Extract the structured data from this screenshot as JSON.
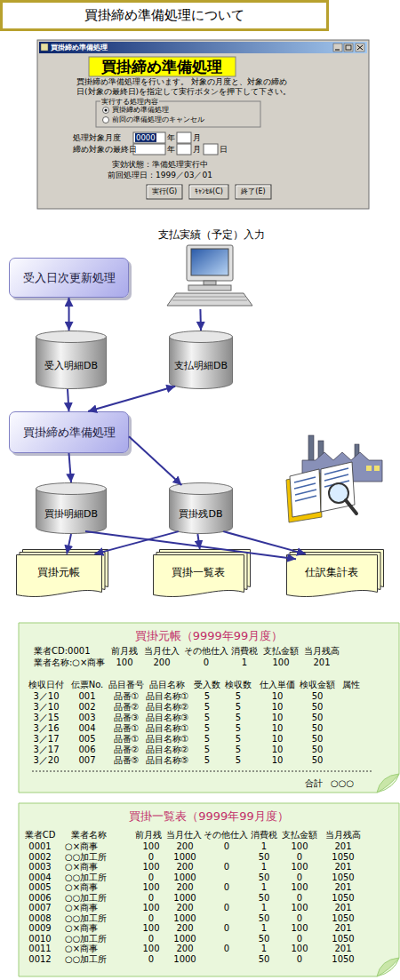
{
  "diagram": {
    "title": "買掛締め準備処理について",
    "nodes": [
      {
        "text": [
          "支払実績（予定）入力"
        ]
      },
      {
        "text": [
          "受入日次更新処理"
        ]
      },
      {
        "text": [
          "受入明細DB"
        ]
      },
      {
        "text": [
          "支払明細DB"
        ]
      },
      {
        "text": [
          "買掛締め準備処理"
        ]
      },
      {
        "text": [
          "買掛明細DB"
        ]
      },
      {
        "text": [
          "買掛残DB"
        ]
      },
      {
        "text": [
          "買掛元帳"
        ]
      },
      {
        "text": [
          "買掛一覧表"
        ]
      },
      {
        "text": [
          "仕訳集計表"
        ]
      },
      {
        "text": [
          "買掛元帳（9999年99月度）"
        ]
      },
      {
        "text": [
          "買掛一覧表（9999年99月度）"
        ]
      }
    ],
    "edges": [
      {
        "from": 1,
        "to": 2,
        "arrow": "both"
      },
      {
        "from": 0,
        "to": 3,
        "arrow": "to"
      },
      {
        "from": 2,
        "to": 4,
        "arrow": "to"
      },
      {
        "from": 3,
        "to": 4,
        "arrow": "both"
      },
      {
        "from": 4,
        "to": 5,
        "arrow": "to"
      },
      {
        "from": 4,
        "to": 6,
        "arrow": "to"
      },
      {
        "from": 5,
        "to": 7,
        "arrow": "to"
      },
      {
        "from": 5,
        "to": 9,
        "arrow": "to"
      },
      {
        "from": 6,
        "to": 7,
        "arrow": "to"
      },
      {
        "from": 6,
        "to": 8,
        "arrow": "to"
      },
      {
        "from": 6,
        "to": 9,
        "arrow": "to"
      }
    ],
    "labels": [
      "買掛締め準備処理",
      "買掛締め準備処理",
      "買掛締め準備処理を行います。 対象の月度と、対象の締め日(対象の最終日)を指定して実行ボタンを押下して下さい。",
      "実行する処理内容",
      "買掛締め準備処理",
      "前回の準備処理のキャンセル",
      "処理対象月度",
      "0000",
      "年",
      "月",
      "締め対象の最終日",
      "年",
      "月",
      "日",
      "実効状態：準備処理実行中",
      "前回処理日：1999／03／01",
      "実行(G)",
      "ｷｬﾝｾﾙ(C)",
      "終了(E)",
      "業者CD:0001",
      "前月残",
      "当月仕入",
      "その他仕入",
      "消費税",
      "支払金額",
      "当月残高",
      "業者名称:○×商事",
      "100",
      "200",
      "0",
      "1",
      "100",
      "201",
      "検収日付",
      "伝票No.",
      "品目番号",
      "品目名称",
      "受入数",
      "検収数",
      "仕入単価",
      "検収金額",
      "属性",
      "3／10",
      "001",
      "品番①",
      "品目名称①",
      "5",
      "5",
      "10",
      "50",
      "3／10",
      "002",
      "品番②",
      "品目名称②",
      "5",
      "5",
      "10",
      "50",
      "3／15",
      "003",
      "品番③",
      "品目名称③",
      "5",
      "5",
      "10",
      "50",
      "3／16",
      "004",
      "品番①",
      "品目名称①",
      "5",
      "5",
      "10",
      "50",
      "3／17",
      "005",
      "品番①",
      "品目名称①",
      "5",
      "5",
      "10",
      "50",
      "3／17",
      "006",
      "品番②",
      "品目名称②",
      "5",
      "5",
      "10",
      "50",
      "3／20",
      "007",
      "品番⑤",
      "品目名称⑤",
      "5",
      "5",
      "10",
      "50",
      "合計",
      "○○○",
      "業者CD",
      "業者名称",
      "前月残",
      "当月仕入",
      "その他仕入",
      "消費税",
      "支払金額",
      "当月残高",
      "0001",
      "○×商事",
      "100",
      "200",
      "0",
      "1",
      "100",
      "201",
      "0002",
      "○○加工所",
      "0",
      "1000",
      "50",
      "0",
      "1050",
      "0003",
      "○×商事",
      "100",
      "200",
      "0",
      "1",
      "100",
      "201",
      "0004",
      "○○加工所",
      "0",
      "1000",
      "50",
      "0",
      "1050",
      "0005",
      "○×商事",
      "100",
      "200",
      "0",
      "1",
      "100",
      "201",
      "0006",
      "○○加工所",
      "0",
      "1000",
      "50",
      "0",
      "1050",
      "0007",
      "○×商事",
      "100",
      "200",
      "0",
      "1",
      "100",
      "201",
      "0008",
      "○○加工所",
      "0",
      "1000",
      "50",
      "0",
      "1050",
      "0009",
      "○×商事",
      "100",
      "200",
      "0",
      "1",
      "100",
      "201",
      "0010",
      "○○加工所",
      "0",
      "1000",
      "50",
      "0",
      "1050",
      "0011",
      "○×商事",
      "100",
      "200",
      "0",
      "1",
      "100",
      "201",
      "0012",
      "○○加工所",
      "0",
      "1000",
      "50",
      "0",
      "1050"
    ]
  }
}
